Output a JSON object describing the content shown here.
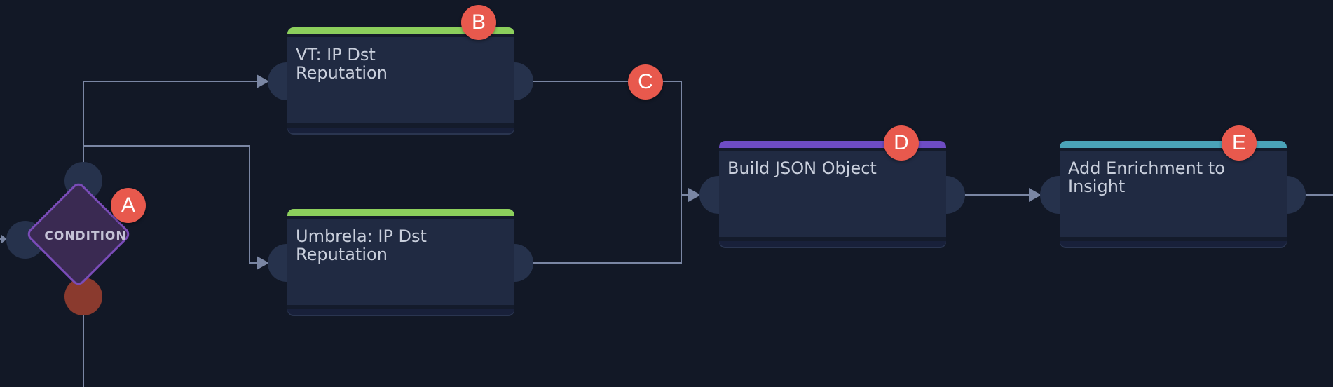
{
  "canvas": {
    "background": "#121826"
  },
  "colors": {
    "wire": "#7a86a3",
    "port": "#26324c",
    "port_false": "#8a3a2e",
    "badge": "#e8594d",
    "bar_green": "#8ccf5c",
    "bar_purple": "#6e4cc4",
    "bar_teal": "#4aa3b8"
  },
  "condition": {
    "label": "CONDITION",
    "badge": "A"
  },
  "nodes": [
    {
      "id": "vt",
      "title": "VT: IP Dst Reputation",
      "bar_color": "green",
      "badge": "B"
    },
    {
      "id": "umbrella",
      "title": "Umbrela: IP Dst Reputation",
      "bar_color": "green",
      "badge": ""
    },
    {
      "id": "build_json",
      "title": "Build JSON Object",
      "bar_color": "purple",
      "badge": "D"
    },
    {
      "id": "add_enrichment",
      "title": "Add Enrichment to Insight",
      "bar_color": "teal",
      "badge": "E"
    }
  ],
  "connector_badge": "C"
}
